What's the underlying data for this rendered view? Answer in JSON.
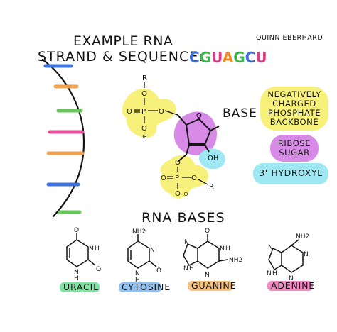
{
  "title": {
    "line1": "EXAMPLE RNA",
    "line2": "STRAND & SEQUENCE:",
    "author": "QUINN EBERHARD"
  },
  "sequence": {
    "letters": [
      "C",
      "G",
      "U",
      "A",
      "G",
      "C",
      "U"
    ],
    "colors": [
      "#3c6fe0",
      "#3db54a",
      "#e03c8a",
      "#f08a24",
      "#3db54a",
      "#3c6fe0",
      "#e03c8a"
    ]
  },
  "strand": {
    "rung_colors": [
      "#3f73de",
      "#f2a04b",
      "#67c75c",
      "#ea4f9c",
      "#f2a04b",
      "#3f73de",
      "#67c75c"
    ]
  },
  "nucleotide": {
    "base_label": "BASE",
    "phosphate_top": {
      "r": "R",
      "o_labels": [
        "O",
        "O",
        "O",
        "O"
      ],
      "p": "P",
      "charge": "⊖"
    },
    "phosphate_bottom": {
      "r": "R'",
      "o_labels": [
        "O",
        "O",
        "O",
        "O"
      ],
      "p": "P",
      "charge": "⊖"
    },
    "ring_o": "O",
    "oh": "OH"
  },
  "legend": {
    "phosphate_backbone": [
      "NEGATIVELY",
      "CHARGED",
      "PHOSPHATE",
      "BACKBONE"
    ],
    "ribose_sugar": [
      "RIBOSE",
      "SUGAR"
    ],
    "hydroxyl": "3' HYDROXYL",
    "colors": {
      "phosphate": "#f7f07a",
      "ribose": "#d78be6",
      "hydroxyl": "#9fe7f2"
    }
  },
  "bases_section": {
    "title": "RNA BASES",
    "bases": [
      {
        "name": "URACIL",
        "color": "#7fe3a1"
      },
      {
        "name": "CYTOSINE",
        "color": "#8fc2f2"
      },
      {
        "name": "GUANINE",
        "color": "#f6c07e"
      },
      {
        "name": "ADENINE",
        "color": "#f28ac4"
      }
    ],
    "atoms": {
      "uracil": [
        "O",
        "N",
        "H",
        "O",
        "N",
        "H"
      ],
      "cytosine": [
        "NH2",
        "N",
        "N",
        "H",
        "O"
      ],
      "guanine": [
        "O",
        "N",
        "N",
        "H",
        "NH2",
        "N",
        "N",
        "H"
      ],
      "adenine": [
        "NH2",
        "N",
        "N",
        "N",
        "N",
        "H"
      ]
    }
  }
}
